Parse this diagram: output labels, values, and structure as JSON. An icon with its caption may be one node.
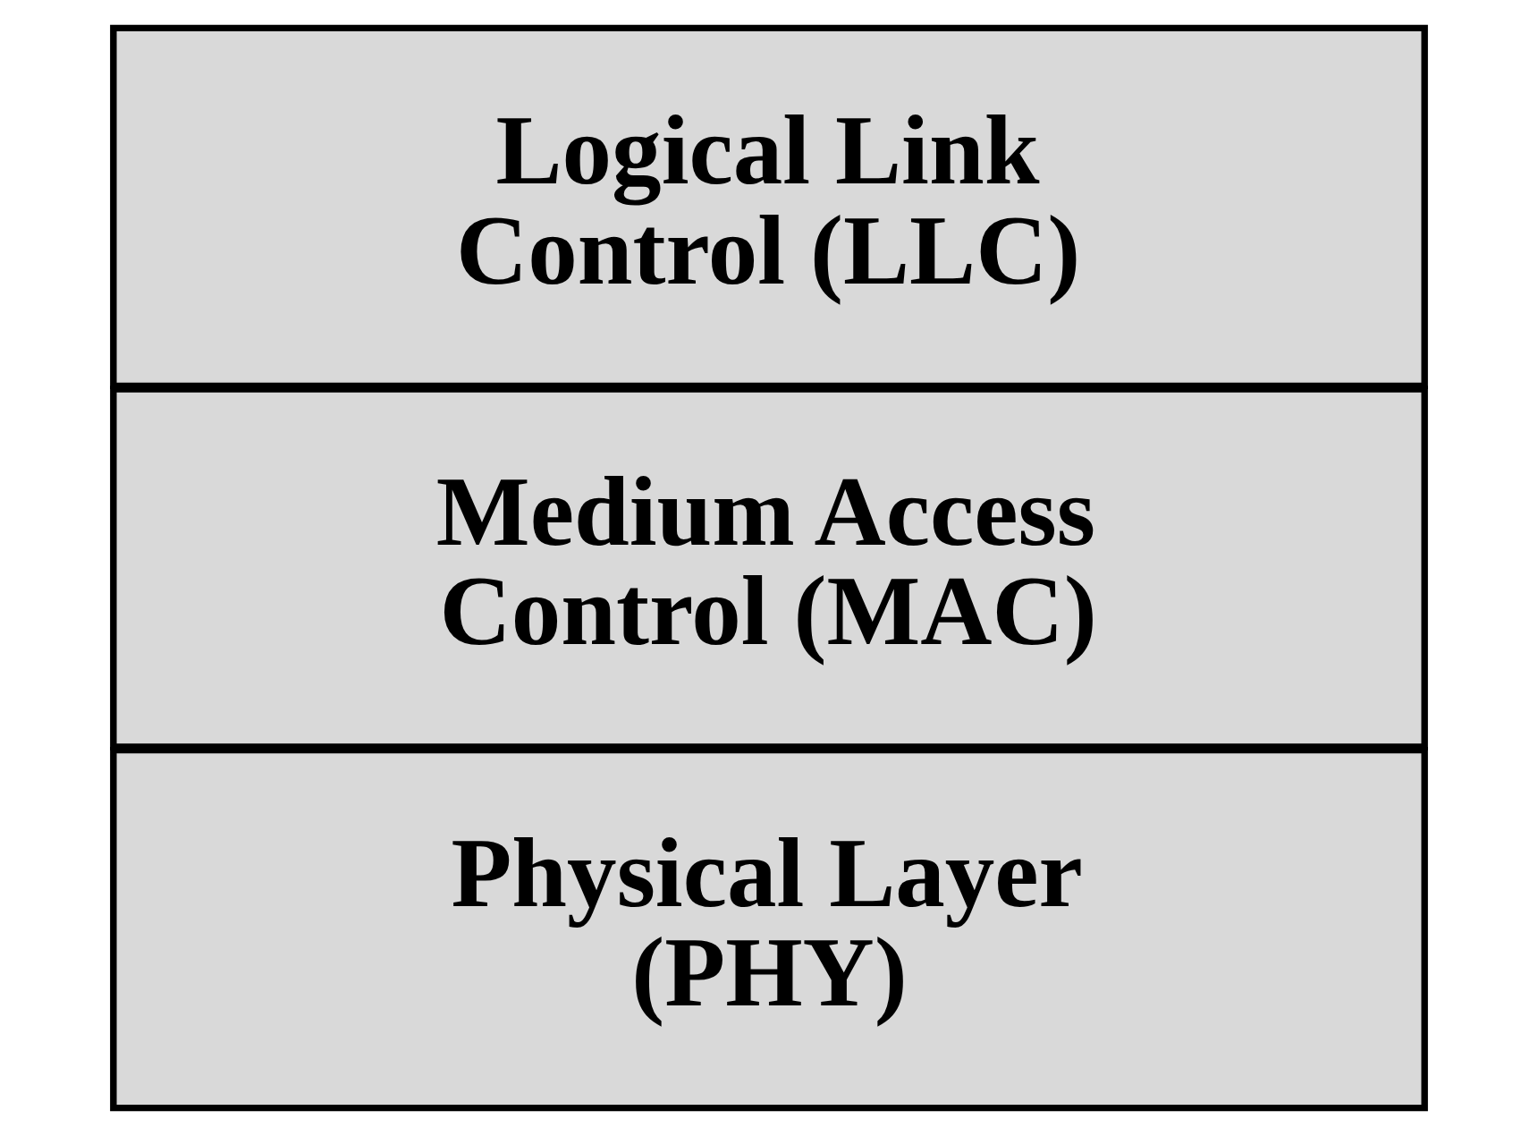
{
  "diagram": {
    "nodes": [
      {
        "text": [
          "Logical Link Control (LLC)"
        ]
      },
      {
        "text": [
          "Medium Access Control (MAC)"
        ]
      },
      {
        "text": [
          "Physical Layer (PHY)"
        ]
      }
    ]
  }
}
